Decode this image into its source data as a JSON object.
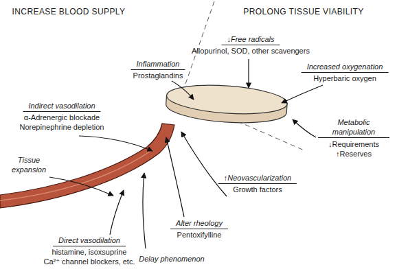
{
  "diagram": {
    "labels": [
      "INCREASE BLOOD SUPPLY",
      "PROLONG TISSUE VIABILITY",
      "Inflammation",
      "Prostaglandins",
      "↓Free radicals",
      "Allopurinol, SOD, other scavengers",
      "Increased oxygenation",
      "Hyperbaric oxygen",
      "Indirect vasodilation",
      "α-Adrenergic blockade",
      "Norepinephrine depletion",
      "Metabolic manipulation",
      "↓Requirements",
      "↑Reserves",
      "Tissue expansion",
      "↑Neovascularization",
      "Growth factors",
      "Alter rheology",
      "Pentoxifylline",
      "Direct vasodilation",
      "histamine, isoxsuprine",
      "Ca²⁺ channel blockers, etc.",
      "Delay phenomenon"
    ]
  }
}
